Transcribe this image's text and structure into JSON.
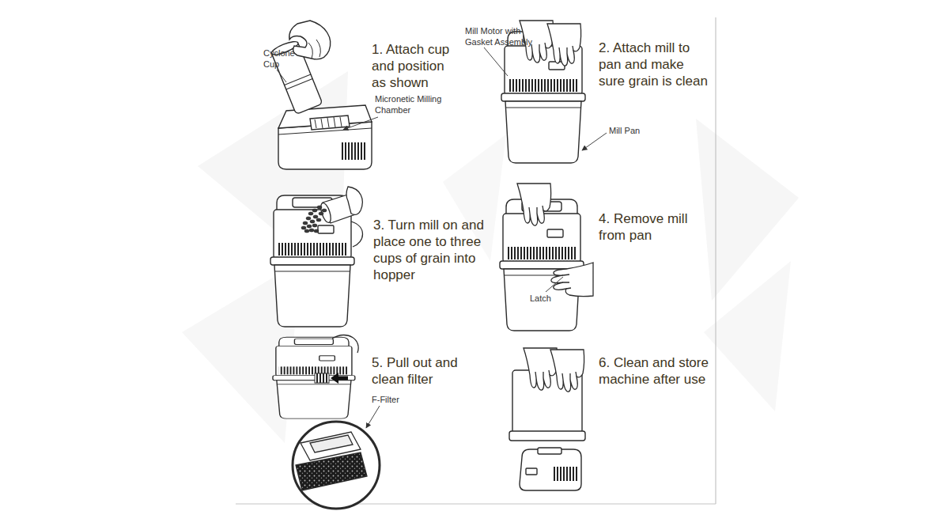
{
  "diagram": {
    "labels": [
      "Cyclone Cup",
      "1. Attach cup and position as shown",
      "Micronetic Milling Chamber",
      "Mill Motor with Gasket Assembly",
      "2. Attach mill to pan and make sure grain is clean",
      "Mill Pan",
      "3. Turn mill on and place one to three cups of grain into hopper",
      "4. Remove mill from pan",
      "Latch",
      "5. Pull out and clean filter",
      "F-Filter",
      "6. Clean and store machine after use"
    ]
  }
}
